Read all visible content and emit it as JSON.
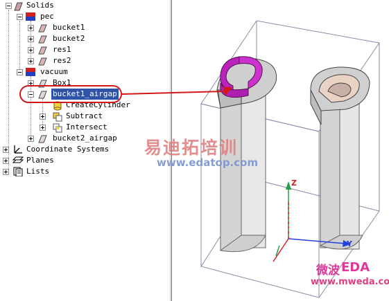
{
  "tree": {
    "root": "Solids",
    "groups": [
      {
        "label": "pec",
        "children": [
          "bucket1",
          "bucket2",
          "res1",
          "res2"
        ]
      },
      {
        "label": "vacuum",
        "children": [
          "Box1",
          "bucket1_airgap",
          "bucket2_airgap"
        ]
      }
    ],
    "airgap_ops": [
      "CreateCylinder",
      "Subtract",
      "Intersect"
    ],
    "bottom_items": [
      "Coordinate Systems",
      "Planes",
      "Lists"
    ]
  },
  "axes": {
    "z": "Z",
    "y": "Y"
  },
  "watermark": {
    "cn_text": "易迪拓培训",
    "url": "www.edatop.com",
    "logo_cn": "微波",
    "logo_en": "EDA",
    "logo_url": "www.mweda.com"
  },
  "colors": {
    "selection": "#2f53a8",
    "callout": "#d01818",
    "selected_solid": "#cc33cc",
    "axis_x": "#e02020",
    "axis_y": "#2040e0",
    "axis_z": "#20a040"
  }
}
